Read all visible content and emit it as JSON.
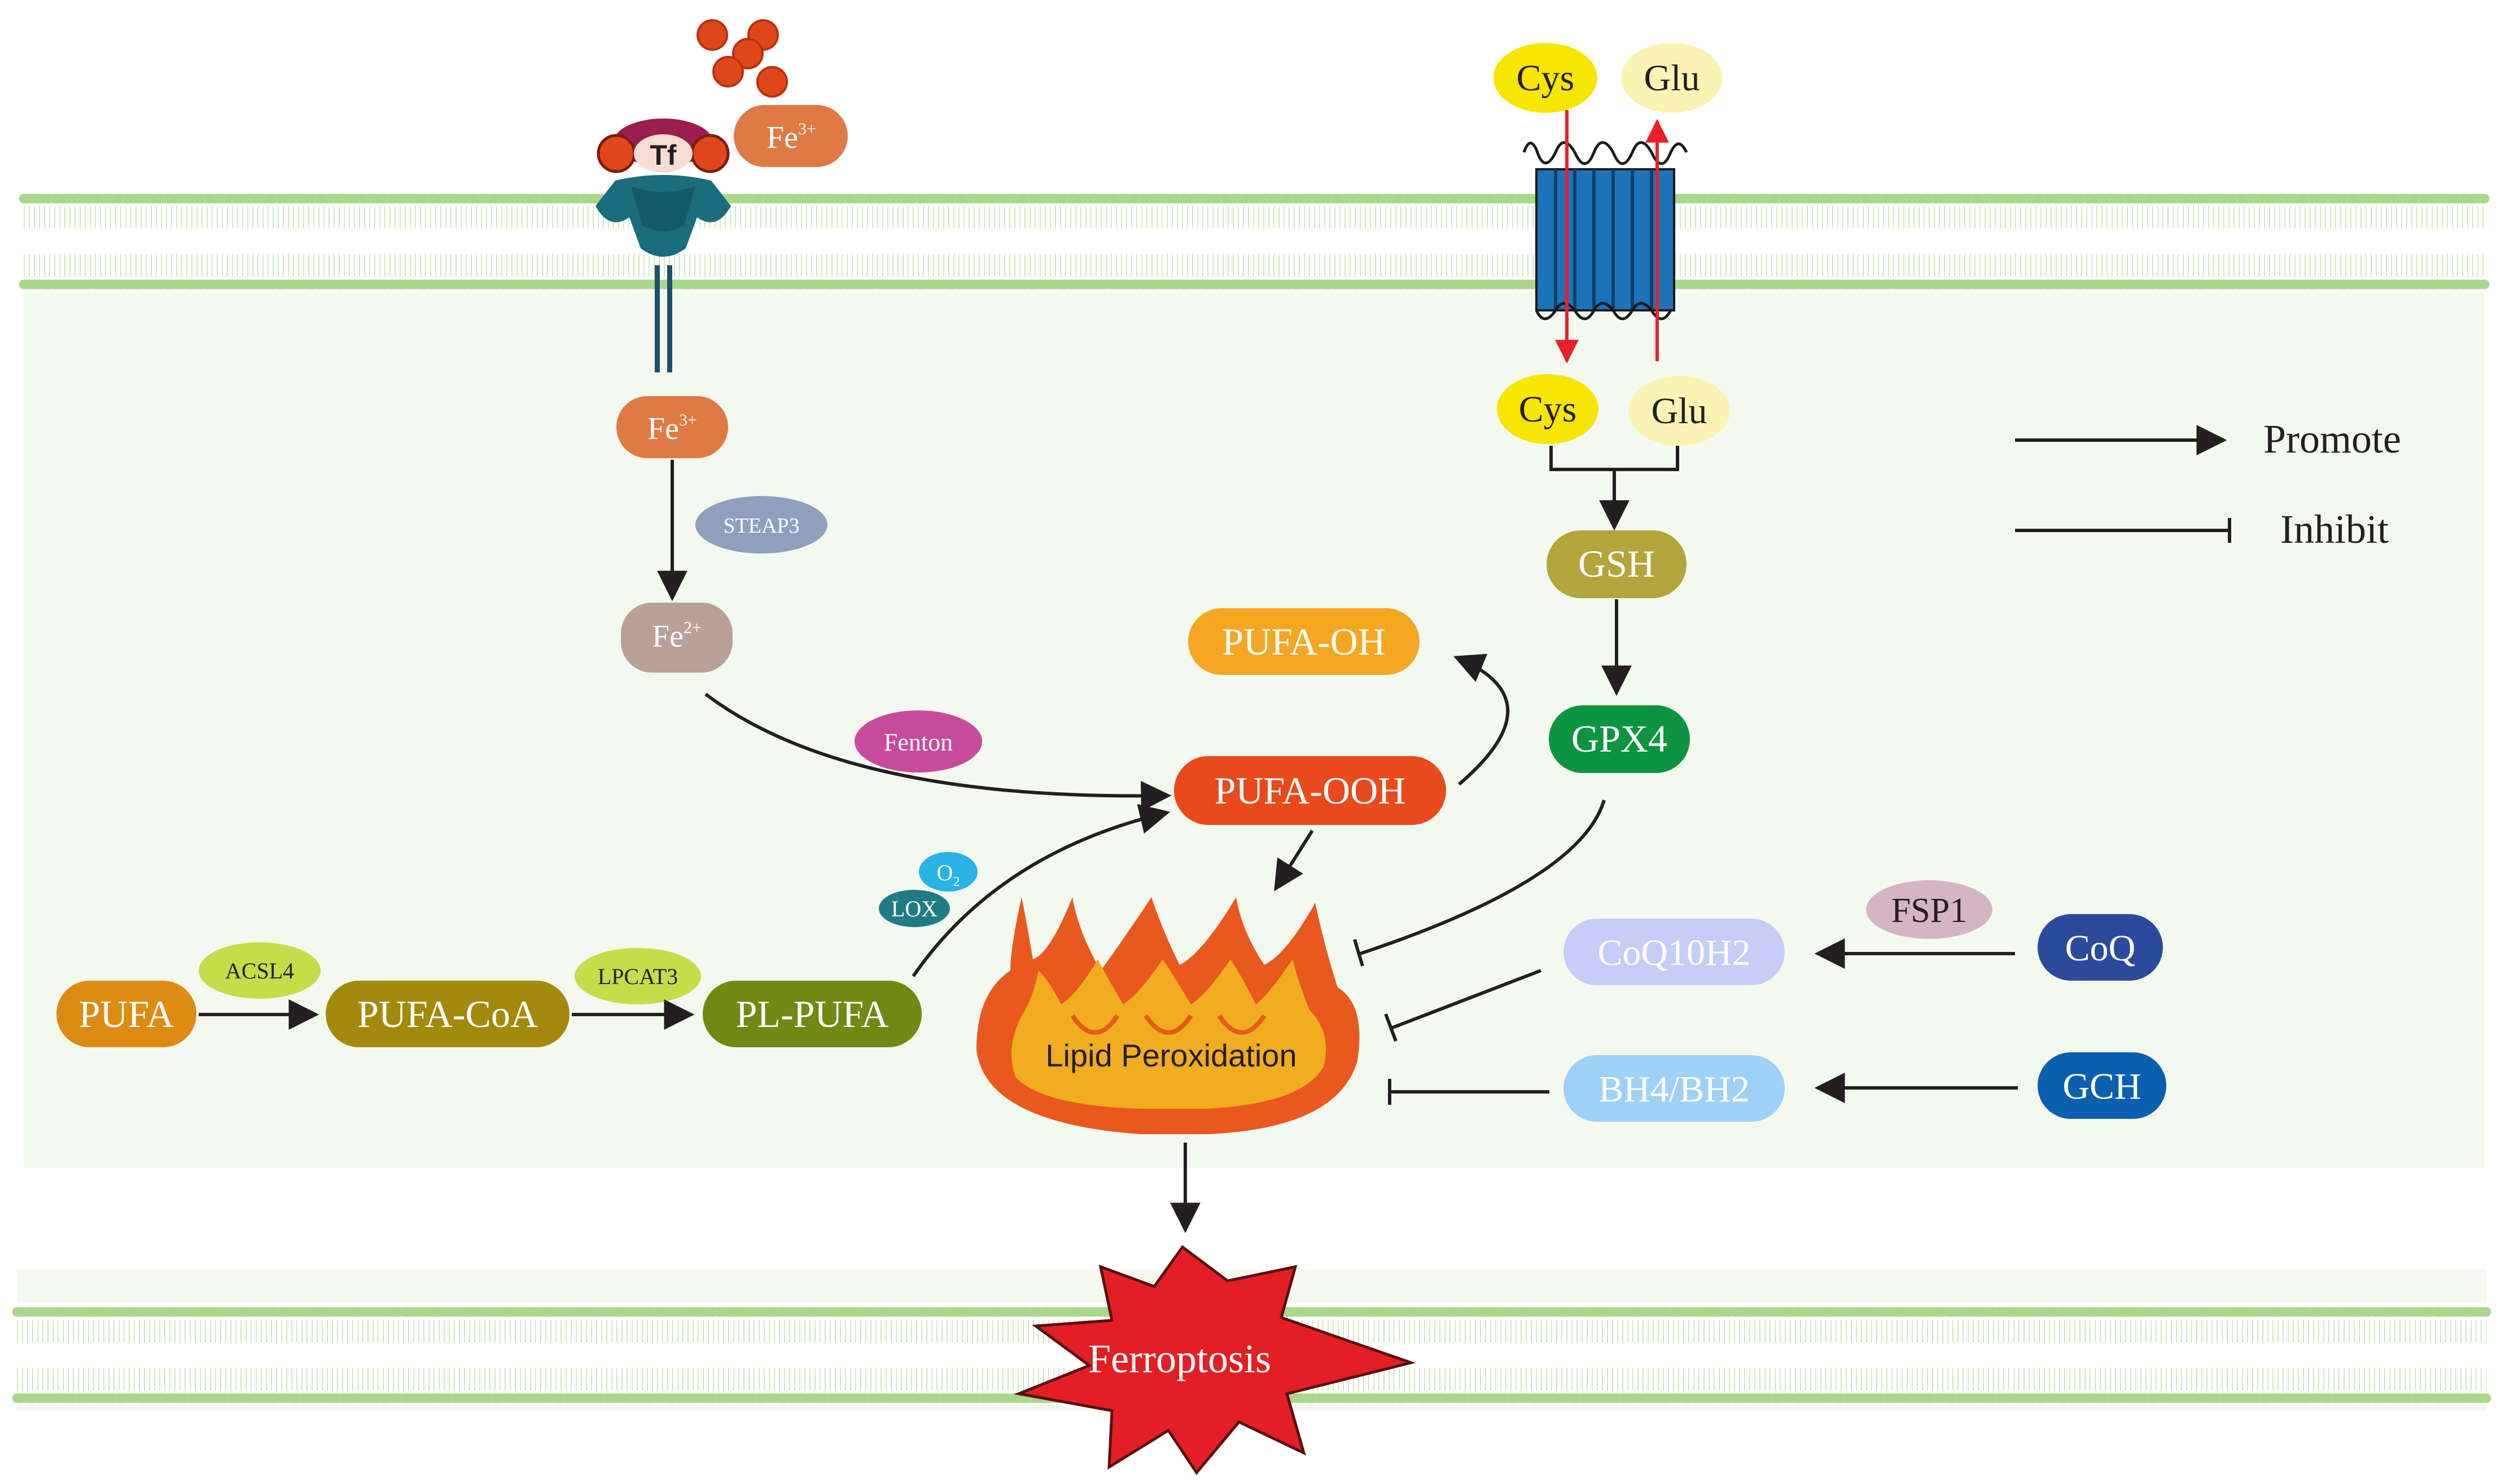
{
  "colors": {
    "membrane": "#a9d88b",
    "cytoplasm": "#f4f9ef",
    "arrow": "#231f20",
    "transport_arrow": "#e8202a",
    "iron_ball": "#e0461c",
    "fire_outer": "#e9581e",
    "fire_inner": "#f1ac1f",
    "star": "#e31e24"
  },
  "transferrin": {
    "tf_label": "Tf",
    "fe3_outside": "Fe",
    "fe3_outside_sup": "3+"
  },
  "iron": {
    "fe3_inside": "Fe",
    "fe3_inside_sup": "3+",
    "steap3": "STEAP3",
    "fe2": "Fe",
    "fe2_sup": "2+",
    "fenton": "Fenton"
  },
  "antiporter": {
    "cys_out": "Cys",
    "glu_out": "Glu",
    "cys_in": "Cys",
    "glu_in": "Glu"
  },
  "gsh_axis": {
    "gsh": "GSH",
    "gpx4": "GPX4",
    "pufa_oh": "PUFA-OH"
  },
  "lipid": {
    "pufa": "PUFA",
    "acsl4": "ACSL4",
    "pufa_coa": "PUFA-CoA",
    "lpcat3": "LPCAT3",
    "pl_pufa": "PL-PUFA",
    "lox": "LOX",
    "o2": "O",
    "o2_sub": "2",
    "pufa_ooh": "PUFA-OOH"
  },
  "lipid_peroxidation": "Lipid Peroxidation",
  "fsp1_axis": {
    "fsp1": "FSP1",
    "coq": "CoQ",
    "coq10h2": "CoQ10H2"
  },
  "gch_axis": {
    "gch": "GCH",
    "bh4": "BH4/BH2"
  },
  "ferroptosis": "Ferroptosis",
  "legend": [
    {
      "label": "Promote",
      "kind": "arrow"
    },
    {
      "label": "Inhibit",
      "kind": "bar"
    }
  ]
}
